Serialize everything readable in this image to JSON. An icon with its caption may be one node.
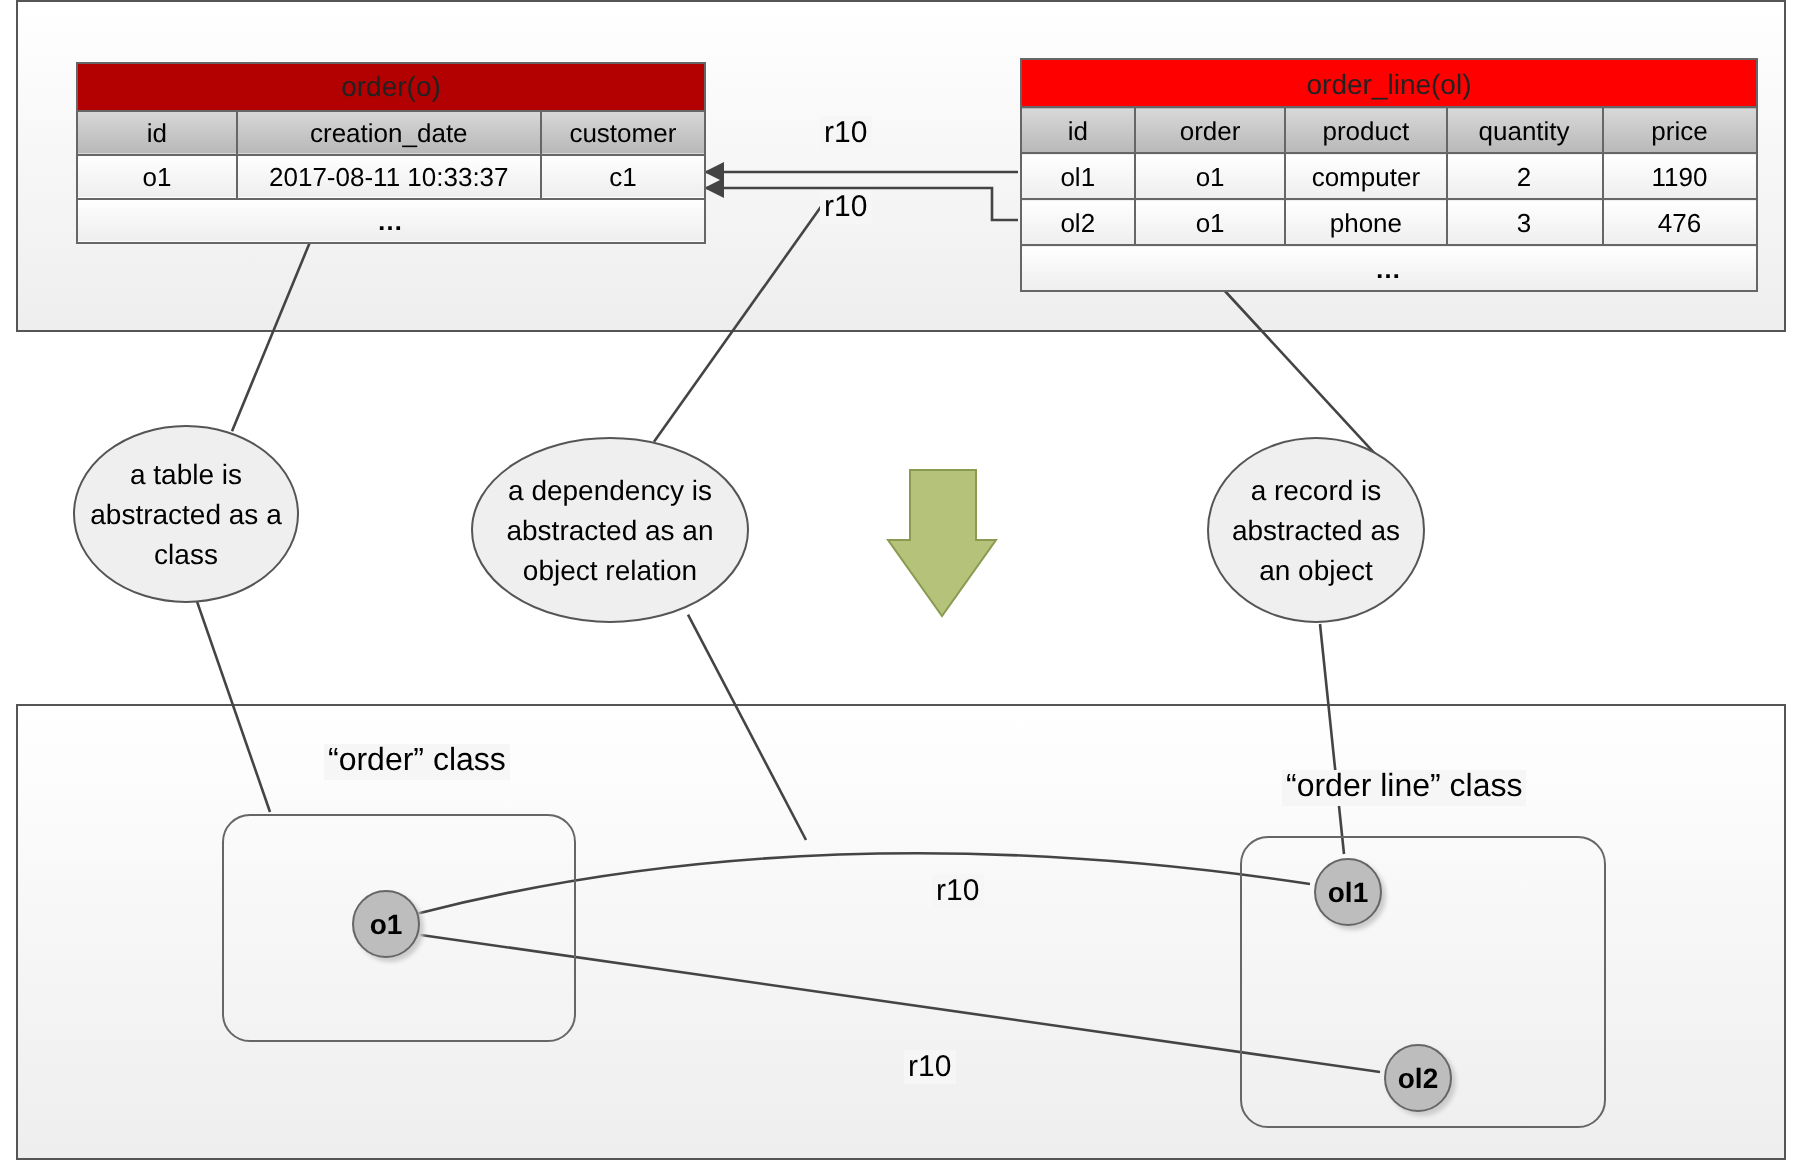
{
  "diagram": {
    "nodes": [
      {
        "text": [],
        "shape": "box"
      },
      {
        "text": [
          "order(o)",
          "id",
          "creation_date",
          "customer",
          "o1",
          "2017-08-11 10:33:37",
          "c1",
          "…"
        ],
        "in": 0
      },
      {
        "text": [
          "order_line(ol)",
          "id",
          "order",
          "product",
          "quantity",
          "price",
          "ol1",
          "o1",
          "computer",
          "2",
          "1190",
          "ol2",
          "o1",
          "phone",
          "3",
          "476",
          "…"
        ],
        "in": 0
      },
      {
        "text": [
          "a table is abstracted as a class"
        ]
      },
      {
        "text": [
          "a dependency is abstracted as an object relation"
        ]
      },
      {
        "text": [
          "a record is abstracted as an object"
        ]
      },
      {
        "text": [],
        "shape": "box"
      },
      {
        "text": [
          "“order” class"
        ],
        "in": 6
      },
      {
        "text": [
          "o1"
        ],
        "in": 7
      },
      {
        "text": [
          "“order line” class"
        ],
        "in": 6
      },
      {
        "text": [
          "ol1"
        ],
        "in": 9
      },
      {
        "text": [
          "ol2"
        ],
        "in": 9
      }
    ],
    "edges": [
      {
        "from": 2,
        "to": 1,
        "arrow": "to",
        "label": "r10"
      },
      {
        "from": 2,
        "to": 1,
        "arrow": "to",
        "label": "r10"
      },
      {
        "from": 1,
        "to": 3,
        "arrow": "none"
      },
      {
        "from": 3,
        "to": 7,
        "arrow": "none"
      },
      {
        "from": 4,
        "to": null,
        "arrow": "none"
      },
      {
        "from": 4,
        "to": null,
        "arrow": "none"
      },
      {
        "from": 2,
        "to": 5,
        "arrow": "none"
      },
      {
        "from": 5,
        "to": 10,
        "arrow": "none"
      },
      {
        "from": 8,
        "to": 10,
        "arrow": "none",
        "label": "r10"
      },
      {
        "from": 8,
        "to": 11,
        "arrow": "none",
        "label": "r10"
      }
    ]
  }
}
